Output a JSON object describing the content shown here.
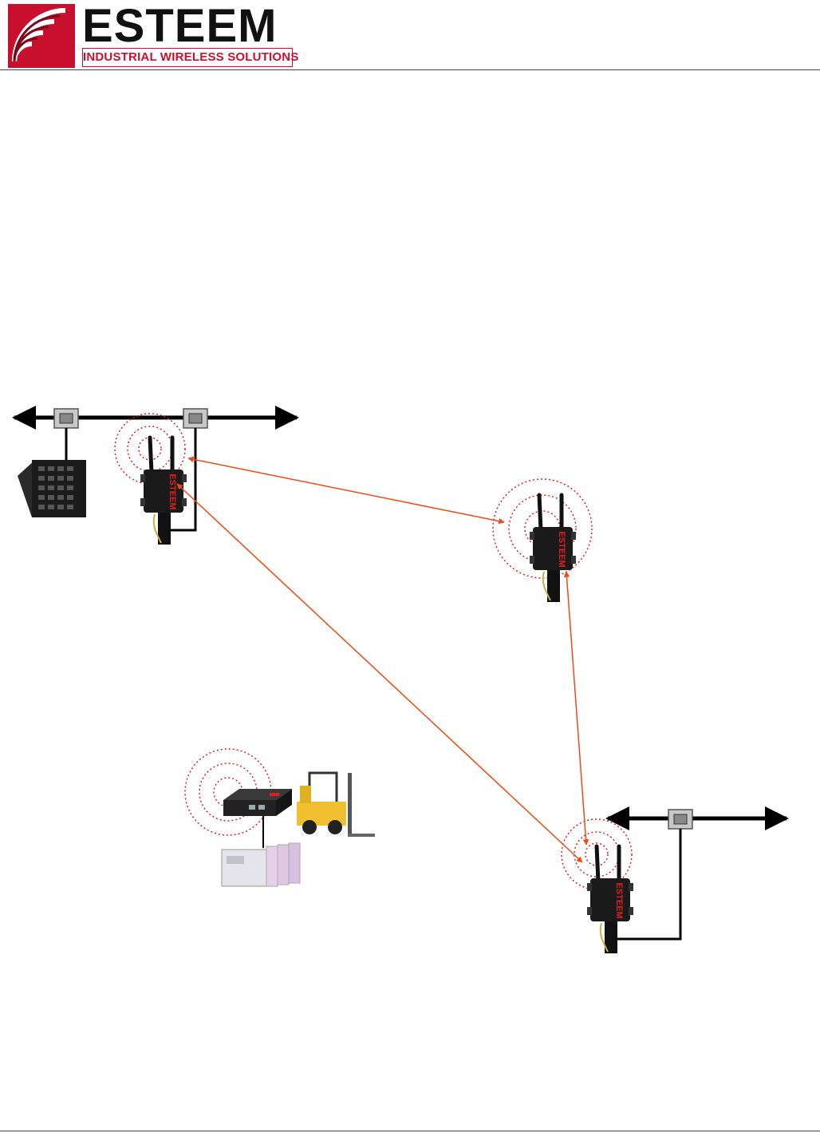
{
  "brand": {
    "name": "ESTEEM",
    "tagline": "INDUSTRIAL WIRELESS SOLUTIONS",
    "logo_icon": "radio-waves-icon",
    "colors": {
      "brand_red": "#c8102e",
      "link_line": "#f04a14",
      "wave_ring": "#e02020"
    }
  },
  "diagram": {
    "device_label": "ESTEEM"
  }
}
